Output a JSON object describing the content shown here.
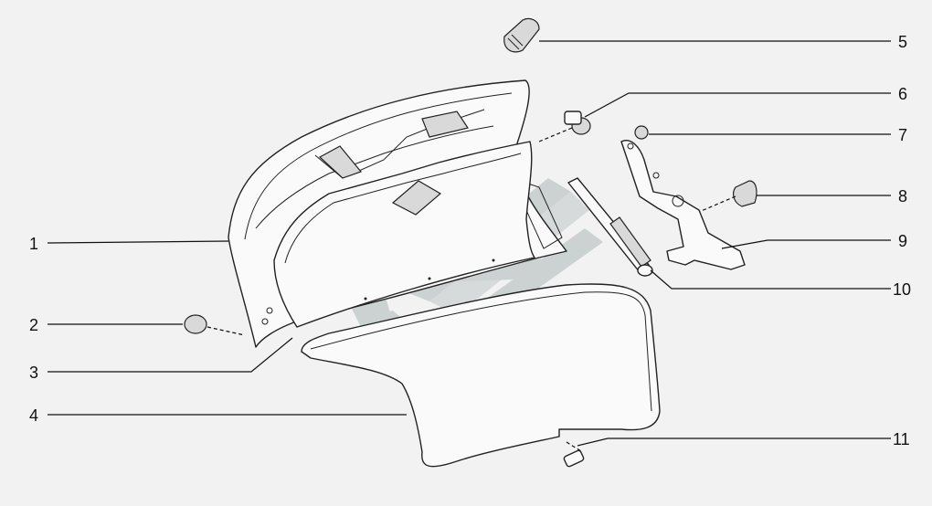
{
  "diagram": {
    "background": "#f2f2f2",
    "line_color": "#111111",
    "watermark_colors": [
      "#c8cfcf",
      "#bcbcbc"
    ],
    "callouts": [
      {
        "id": "1",
        "label": "1",
        "part": "trunk-lid"
      },
      {
        "id": "2",
        "label": "2",
        "part": "plug"
      },
      {
        "id": "3",
        "label": "3",
        "part": "lid-trim-panel"
      },
      {
        "id": "4",
        "label": "4",
        "part": "trunk-seal"
      },
      {
        "id": "5",
        "label": "5",
        "part": "rubber-buffer"
      },
      {
        "id": "6",
        "label": "6",
        "part": "trim-clip"
      },
      {
        "id": "7",
        "label": "7",
        "part": "nut"
      },
      {
        "id": "8",
        "label": "8",
        "part": "hinge-cap"
      },
      {
        "id": "9",
        "label": "9",
        "part": "hinge"
      },
      {
        "id": "10",
        "label": "10",
        "part": "gas-strut"
      },
      {
        "id": "11",
        "label": "11",
        "part": "seal-joint-pin"
      }
    ]
  }
}
